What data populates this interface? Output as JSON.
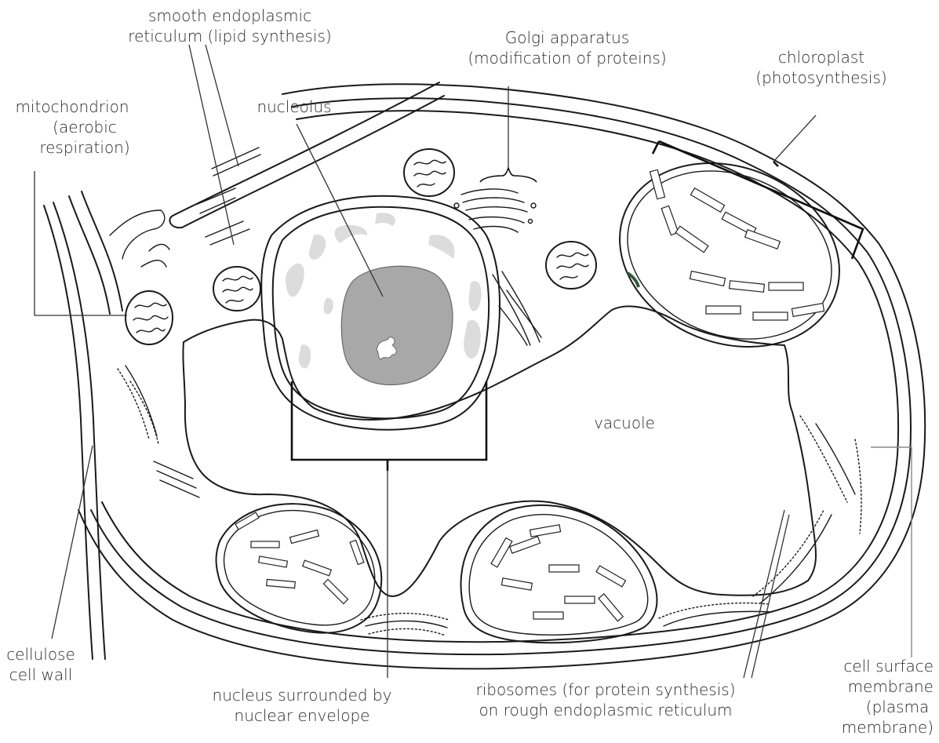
{
  "labels": {
    "smooth_er": [
      "smooth endoplasmic",
      "reticulum (lipid synthesis)"
    ],
    "golgi": [
      "Golgi apparatus",
      "(modification of proteins)"
    ],
    "chloroplast": [
      "chloroplast",
      "(photosynthesis)"
    ],
    "mitochondrion": [
      "mitochondrion",
      "(aerobic",
      "respiration)"
    ],
    "nucleolus": [
      "nucleolus"
    ],
    "vacuole": [
      "vacuole"
    ],
    "cell_wall": [
      "cellulose",
      "cell wall"
    ],
    "nucleus": [
      "nucleus surrounded by",
      "nuclear envelope"
    ],
    "ribosomes": [
      "ribosomes (for protein synthesis)",
      "on rough endoplasmic reticulum"
    ],
    "membrane": [
      "cell surface",
      "membrane",
      "(plasma",
      "membrane)"
    ]
  },
  "colors": {
    "nucleolus_fill": "#a8a8a8",
    "chromatin_fill": "#dcdcdc",
    "line": "#1a1a1a",
    "chloroplast_accent": "#2f5a3a"
  }
}
